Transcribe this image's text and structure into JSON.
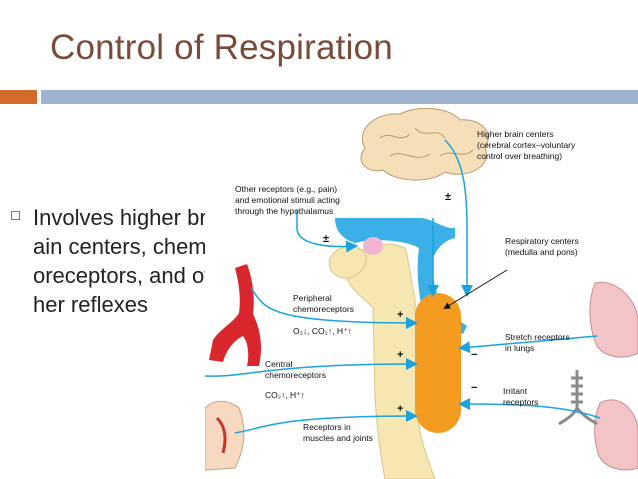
{
  "slide": {
    "title": "Control of Respiration",
    "bullets": [
      {
        "text": "Involves higher brain centers, chemoreceptors, and other reflexes"
      }
    ]
  },
  "diagram": {
    "labels": {
      "higher_brain_1": "Higher brain centers",
      "higher_brain_2": "(cerebral cortex–voluntary",
      "higher_brain_3": "control over breathing)",
      "other_receptors_1": "Other receptors (e.g., pain)",
      "other_receptors_2": "and emotional stimuli acting",
      "other_receptors_3": "through the hypothalamus",
      "resp_centers_1": "Respiratory centers",
      "resp_centers_2": "(medulla and pons)",
      "peripheral_1": "Peripheral",
      "peripheral_2": "chemoreceptors",
      "peripheral_3": "O₂↓, CO₂↑, H⁺↑",
      "central_1": "Central",
      "central_2": "chemoreceptors",
      "central_3": "CO₂↑, H⁺↑",
      "stretch_1": "Stretch receptors",
      "stretch_2": "in lungs",
      "irritant_1": "Irritant",
      "irritant_2": "receptors",
      "muscles_1": "Receptors in",
      "muscles_2": "muscles and joints"
    },
    "signs": {
      "brain": "±",
      "hypothalamus": "±",
      "peripheral": "+",
      "central": "+",
      "muscles": "+",
      "stretch": "−",
      "irritant": "−"
    },
    "colors": {
      "brainstem": "#f6e7b2",
      "respiratory_center": "#f39c1f",
      "blue_region": "#3ab0e6",
      "arrows": "#1aa3dc",
      "lungs": "#f2c4c8",
      "artery": "#d8262c",
      "cerebrum": "#f4dfb8"
    }
  }
}
